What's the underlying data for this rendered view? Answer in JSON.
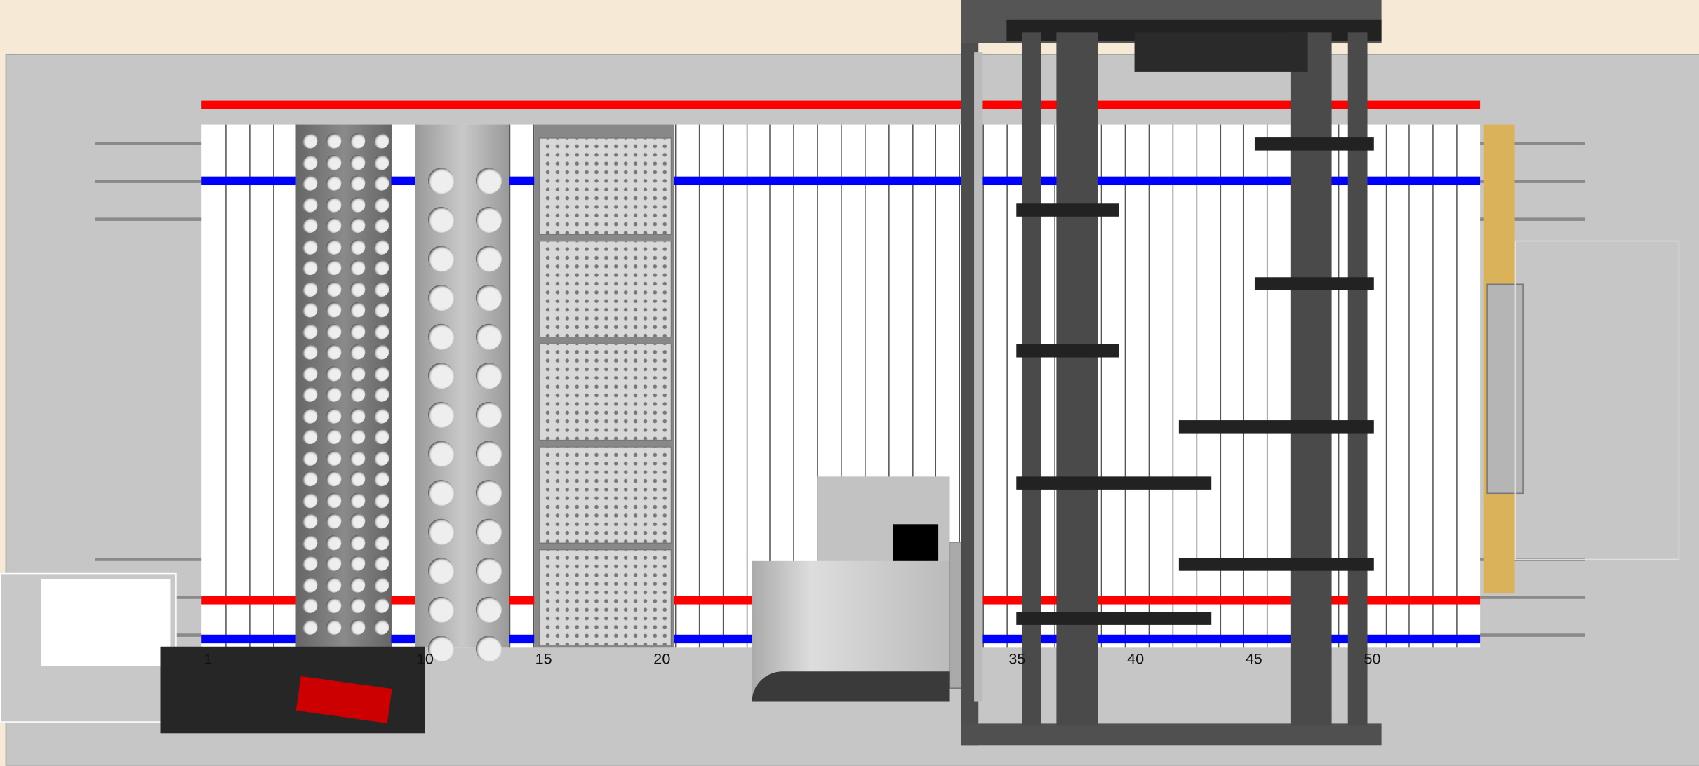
{
  "deck": {
    "title": "Liquid handler deck simulation",
    "track_labels": [
      "1",
      "10",
      "15",
      "20",
      "35",
      "40",
      "45",
      "50"
    ],
    "track_count": 54
  },
  "colors": {
    "background": "#f6ead7",
    "deck": "#c6c6c6",
    "rail_red": "#ff0000",
    "rail_blue": "#0000ff",
    "gantry": "#4a4a4a",
    "waste": "#d9b25a"
  },
  "carriers": [
    {
      "type": "tip-carrier",
      "columns": 4
    },
    {
      "type": "tube-carrier",
      "columns": 2
    },
    {
      "type": "plate-carrier",
      "plates": 5
    }
  ],
  "channels": 8
}
